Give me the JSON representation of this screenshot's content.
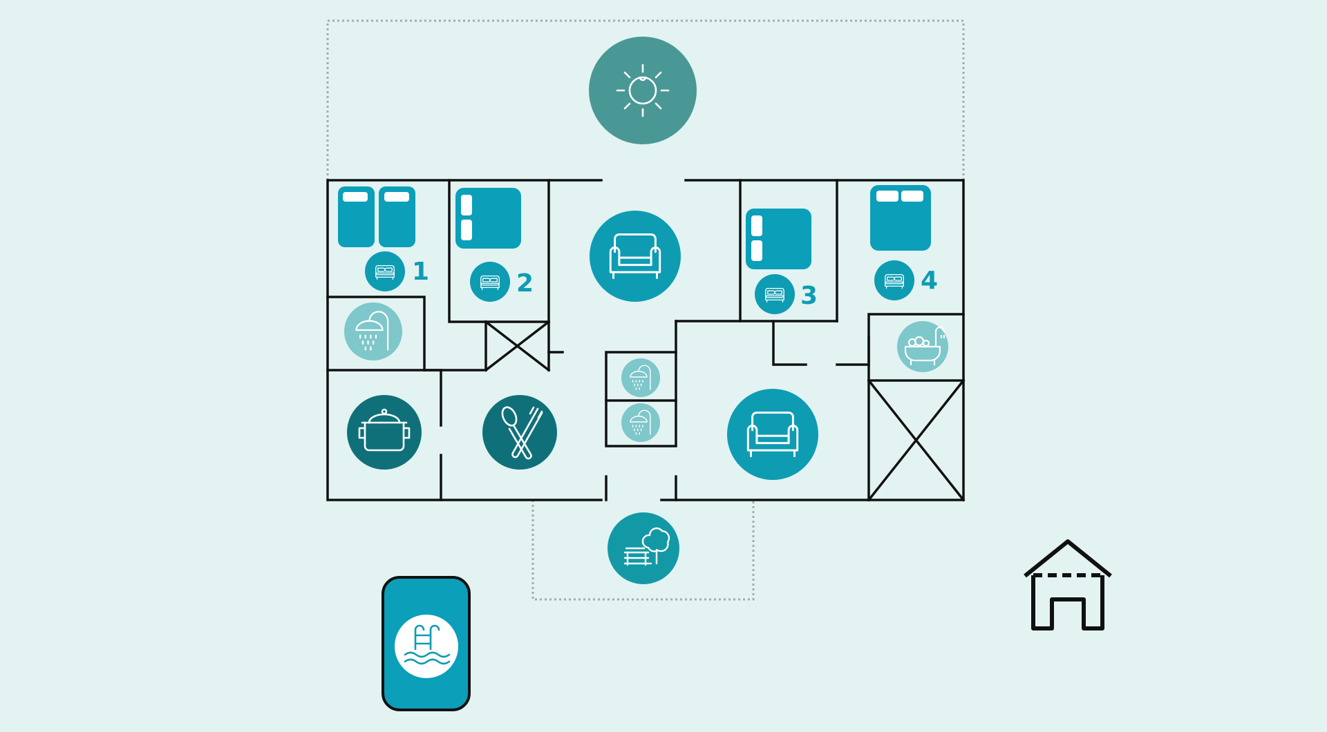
{
  "colors": {
    "background": "#e2f3f2",
    "wall": "#111111",
    "outdoor_boundary": "#a9a9a9",
    "bed": "#0b9fb9",
    "room_badge": "#0e9cb3",
    "bath_badge": "#7ec7ca",
    "kitchen_badge": "#10707a",
    "living_badge": "#0e9cb3",
    "terrace_badge": "#4a9895",
    "garden_badge": "#1399a6",
    "pool_tile": "#0b9fb9",
    "line_art": "#ffffff"
  },
  "icons": {
    "terrace": "sun-icon",
    "bedroom": "bed-icon",
    "shower": "shower-icon",
    "bathtub": "bathtub-icon",
    "living": "armchair-icon",
    "kitchen": "cooking-pot-icon",
    "dining": "cutlery-icon",
    "garden": "garden-tree-icon",
    "pool": "pool-ladder-icon",
    "house": "house-outline-icon"
  },
  "bedrooms": [
    {
      "number": "1",
      "beds": "twin"
    },
    {
      "number": "2",
      "beds": "double"
    },
    {
      "number": "3",
      "beds": "double"
    },
    {
      "number": "4",
      "beds": "double"
    }
  ]
}
